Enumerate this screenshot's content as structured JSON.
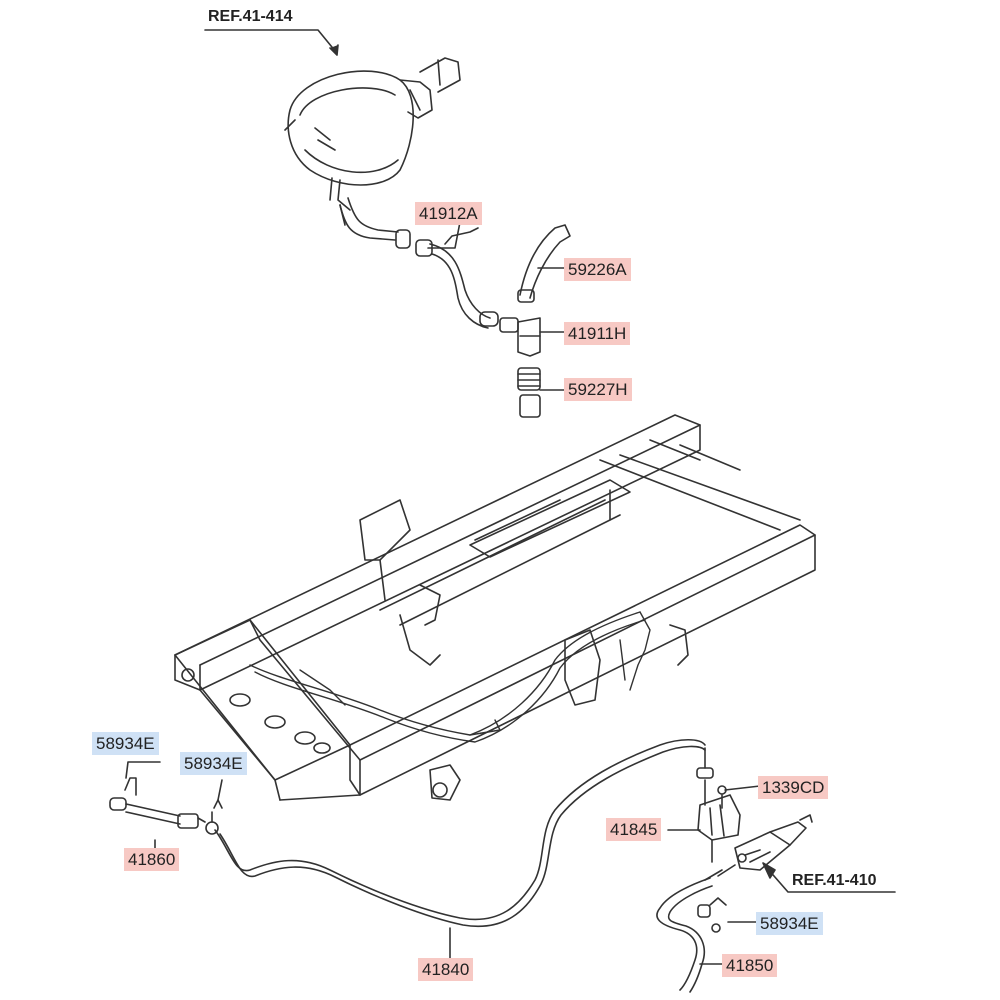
{
  "colors": {
    "part_label_bg": "#f7c9c4",
    "fastener_label_bg": "#cfe1f5",
    "line": "#333333"
  },
  "references": {
    "top": "REF.41-414",
    "bottom": "REF.41-410"
  },
  "parts": {
    "p41912A": "41912A",
    "p59226A": "59226A",
    "p41911H": "41911H",
    "p59227H": "59227H",
    "p58934E_1": "58934E",
    "p58934E_2": "58934E",
    "p41860": "41860",
    "p1339CD": "1339CD",
    "p41845": "41845",
    "p58934E_3": "58934E",
    "p41840": "41840",
    "p41850": "41850"
  }
}
